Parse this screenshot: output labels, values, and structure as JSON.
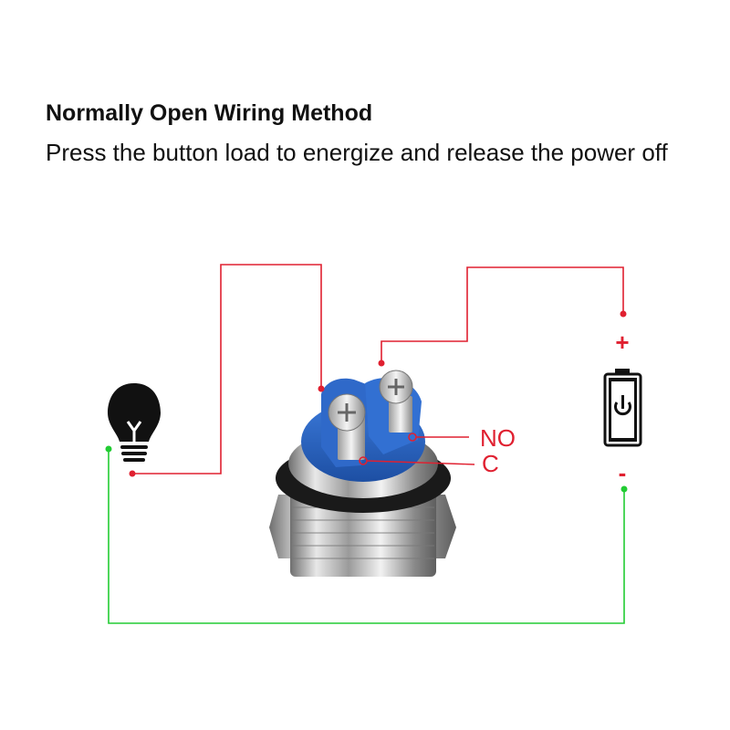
{
  "heading": {
    "title": "Normally Open Wiring Method",
    "subtitle": "Press the button load to energize and release the power off"
  },
  "terminals": {
    "no_label": "NO",
    "c_label": "C"
  },
  "battery": {
    "plus_symbol": "+",
    "minus_symbol": "-"
  },
  "colors": {
    "positive_wire": "#e02030",
    "negative_wire": "#22cc33",
    "switch_cap": "#2a62c0",
    "label_red": "#e02030"
  },
  "icons": {
    "load": "light-bulb-icon",
    "source": "battery-power-icon",
    "switch": "metal-push-button-switch"
  }
}
